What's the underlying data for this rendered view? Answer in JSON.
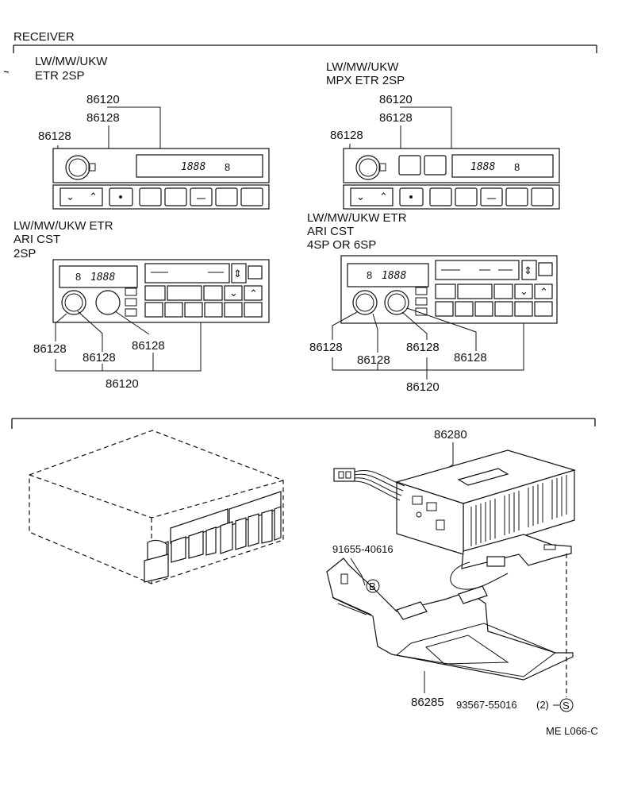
{
  "header": {
    "title": "RECEIVER"
  },
  "variants": [
    {
      "spec_line1": "LW/MW/UKW",
      "spec_line2": "ETR 2SP",
      "spec_line3": "",
      "display_text": "1888",
      "display_band": "8",
      "callouts": [
        "86120",
        "86128",
        "86128"
      ]
    },
    {
      "spec_line1": "LW/MW/UKW",
      "spec_line2": "MPX ETR 2SP",
      "spec_line3": "",
      "display_text": "1888",
      "display_band": "8",
      "callouts": [
        "86120",
        "86128",
        "86128"
      ]
    },
    {
      "spec_line1": "LW/MW/UKW  ETR",
      "spec_line2": "ARI CST",
      "spec_line3": "2SP",
      "display_text": "1888",
      "display_band": "8",
      "callouts": [
        "86128",
        "86128",
        "86128",
        "86120"
      ]
    },
    {
      "spec_line1": "LW/MW/UKW ETR",
      "spec_line2": "ARI CST",
      "spec_line3": "4SP OR 6SP",
      "display_text": "1888",
      "display_band": "8",
      "callouts": [
        "86128",
        "86128",
        "86128",
        "86128",
        "86120"
      ]
    }
  ],
  "assembly": {
    "receiver_part": "86280",
    "screw_part": "91655-40616",
    "screw_marker": "B",
    "bracket_part": "86285",
    "nut_part": "93567-55016",
    "nut_qty": "(2)",
    "nut_marker": "S"
  },
  "figure_code": "ME L066-C"
}
